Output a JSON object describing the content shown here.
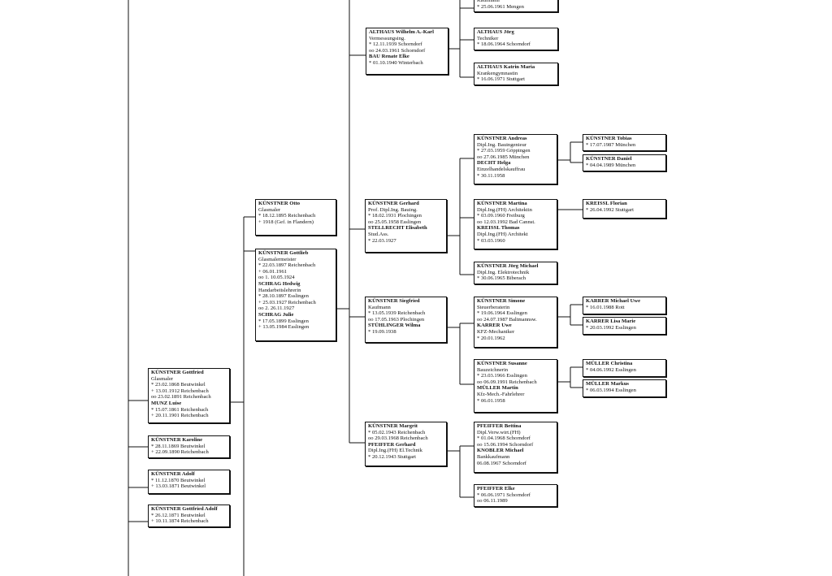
{
  "persons": [
    {
      "id": "p1",
      "lines": [
        {
          "t": "Kaufmann",
          "b": false
        },
        {
          "t": "* 25.06.1961 Mengen",
          "b": false
        }
      ]
    },
    {
      "id": "p2",
      "lines": [
        {
          "t": "ALTHAUS Wilhelm A.-Karl",
          "b": true
        },
        {
          "t": "Vermessungsing.",
          "b": false
        },
        {
          "t": "* 12.11.1939 Schorndorf",
          "b": false
        },
        {
          "t": "oo 24.03.1961 Schorndorf",
          "b": false
        },
        {
          "t": "BAU Renate Elke",
          "b": true
        },
        {
          "t": "* 01.10.1940 Winterbach",
          "b": false
        }
      ]
    },
    {
      "id": "p3",
      "lines": [
        {
          "t": "ALTHAUS Jörg",
          "b": true
        },
        {
          "t": "Techniker",
          "b": false
        },
        {
          "t": "* 18.06.1964 Schorndorf",
          "b": false
        }
      ]
    },
    {
      "id": "p4",
      "lines": [
        {
          "t": "ALTHAUS Katrin Maria",
          "b": true
        },
        {
          "t": "Krankengymnastin",
          "b": false
        },
        {
          "t": "* 16.06.1971 Stuttgart",
          "b": false
        }
      ]
    },
    {
      "id": "p5",
      "lines": [
        {
          "t": "KÜNSTNER Andreas",
          "b": true
        },
        {
          "t": "Dipl.Ing. Bauingenieur",
          "b": false
        },
        {
          "t": "* 27.03.1959 Göppingen",
          "b": false
        },
        {
          "t": "oo 27.06.1985 München",
          "b": false
        },
        {
          "t": "DECHT Helga",
          "b": true
        },
        {
          "t": "Einzelhandelskauffrau",
          "b": false
        },
        {
          "t": "* 30.11.1958",
          "b": false
        }
      ]
    },
    {
      "id": "p6",
      "lines": [
        {
          "t": "KÜNSTNER Tobias",
          "b": true
        },
        {
          "t": "* 17.07.1987 München",
          "b": false
        }
      ]
    },
    {
      "id": "p7",
      "lines": [
        {
          "t": "KÜNSTNER Daniel",
          "b": true
        },
        {
          "t": "* 04.04.1989 München",
          "b": false
        }
      ]
    },
    {
      "id": "p8",
      "lines": [
        {
          "t": "KÜNSTNER Otto",
          "b": true
        },
        {
          "t": "Glasmaler",
          "b": false
        },
        {
          "t": "* 18.12.1895 Reichenbach",
          "b": false
        },
        {
          "t": "+ 1918 (Gef. in Flandern)",
          "b": false
        }
      ]
    },
    {
      "id": "p9",
      "lines": [
        {
          "t": "KÜNSTNER Gerhard",
          "b": true
        },
        {
          "t": "Prof. Dipl.Ing. Bauing.",
          "b": false
        },
        {
          "t": "* 18.02.1931 Plochingen",
          "b": false
        },
        {
          "t": "oo 25.05.1958 Esslingen",
          "b": false
        },
        {
          "t": "STELLRECHT Elisabeth",
          "b": true
        },
        {
          "t": "Stud.Ass.",
          "b": false
        },
        {
          "t": "* 22.03.1927",
          "b": false
        }
      ]
    },
    {
      "id": "p10",
      "lines": [
        {
          "t": "KÜNSTNER Martina",
          "b": true
        },
        {
          "t": "Dipl.Ing.(FH) Architektin",
          "b": false
        },
        {
          "t": "* 03.09.1960 Freiburg",
          "b": false
        },
        {
          "t": "oo 12.03.1992 Bad Cannst.",
          "b": false
        },
        {
          "t": "KREISSL Thomas",
          "b": true
        },
        {
          "t": "Dipl.Ing.(FH) Architekt",
          "b": false
        },
        {
          "t": "* 03.03.1960",
          "b": false
        }
      ]
    },
    {
      "id": "p11",
      "lines": [
        {
          "t": "KREISSL Florian",
          "b": true
        },
        {
          "t": "* 26.04.1992 Stuttgart",
          "b": false
        }
      ]
    },
    {
      "id": "p12",
      "lines": [
        {
          "t": "KÜNSTNER Gottlieb",
          "b": true
        },
        {
          "t": "Glasmalermeister",
          "b": false
        },
        {
          "t": "* 22.03.1897 Reichenbach",
          "b": false
        },
        {
          "t": "+ 06.01.1961",
          "b": false
        },
        {
          "t": "oo 1. 10.05.1924",
          "b": false
        },
        {
          "t": "SCHRAG Hedwig",
          "b": true
        },
        {
          "t": "Handarbeitslehrerin",
          "b": false
        },
        {
          "t": "* 28.10.1897 Esslingen",
          "b": false
        },
        {
          "t": "+ 25.03.1927 Reichenbach",
          "b": false
        },
        {
          "t": "oo 2. 26.11.1927",
          "b": false
        },
        {
          "t": "SCHRAG Julie",
          "b": true
        },
        {
          "t": "* 17.05.1899 Esslingen",
          "b": false
        },
        {
          "t": "+ 13.05.1984 Esslingen",
          "b": false
        }
      ]
    },
    {
      "id": "p13",
      "lines": [
        {
          "t": "KÜNSTNER Jörg Michael",
          "b": true
        },
        {
          "t": "Dipl.Ing. Elektrotechnik",
          "b": false
        },
        {
          "t": "* 30.06.1965 Biberach",
          "b": false
        }
      ]
    },
    {
      "id": "p14",
      "lines": [
        {
          "t": "KÜNSTNER Siegfried",
          "b": true
        },
        {
          "t": "Kaufmann",
          "b": false
        },
        {
          "t": "* 13.05.1939 Reichenbach",
          "b": false
        },
        {
          "t": "oo 17.05.1963 Plochingen",
          "b": false
        },
        {
          "t": "STÜHLINGER Wilma",
          "b": true
        },
        {
          "t": "* 19.09.1938",
          "b": false
        }
      ]
    },
    {
      "id": "p15",
      "lines": [
        {
          "t": "KÜNSTNER Simone",
          "b": true
        },
        {
          "t": "Steuerberaterin",
          "b": false
        },
        {
          "t": "* 19.06.1964 Esslingen",
          "b": false
        },
        {
          "t": "oo 24.07.1987 Baltmannsw.",
          "b": false
        },
        {
          "t": "KARRER Uwe",
          "b": true
        },
        {
          "t": "KFZ-Mechaniker",
          "b": false
        },
        {
          "t": "* 20.01.1962",
          "b": false
        }
      ]
    },
    {
      "id": "p16",
      "lines": [
        {
          "t": "KARRER Michael Uwe",
          "b": true
        },
        {
          "t": "* 16.01.1988 Rott",
          "b": false
        }
      ]
    },
    {
      "id": "p17",
      "lines": [
        {
          "t": "KARRER Lisa Marie",
          "b": true
        },
        {
          "t": "* 20.03.1992 Esslingen",
          "b": false
        }
      ]
    },
    {
      "id": "p18",
      "lines": [
        {
          "t": "KÜNSTNER Gottfried",
          "b": true
        },
        {
          "t": "Glasmaler",
          "b": false
        },
        {
          "t": "* 23.02.1868 Beutwinkel",
          "b": false
        },
        {
          "t": "+ 13.01.1912 Reichenbach",
          "b": false
        },
        {
          "t": "oo 23.02.1891 Reichenbach",
          "b": false
        },
        {
          "t": "MUNZ Luise",
          "b": true
        },
        {
          "t": "* 15.07.1861 Reichenbach",
          "b": false
        },
        {
          "t": "+ 20.11.1901 Reichenbach",
          "b": false
        }
      ]
    },
    {
      "id": "p19",
      "lines": [
        {
          "t": "KÜNSTNER Susanne",
          "b": true
        },
        {
          "t": "Bauzeichnerin",
          "b": false
        },
        {
          "t": "* 23.03.1966 Esslingen",
          "b": false
        },
        {
          "t": "oo 06.09.1991 Reichenbach",
          "b": false
        },
        {
          "t": "MÜLLER Martin",
          "b": true
        },
        {
          "t": "Kfz-Mech.-Fahrlehrer",
          "b": false
        },
        {
          "t": "* 06.01.1958",
          "b": false
        }
      ]
    },
    {
      "id": "p20",
      "lines": [
        {
          "t": "MÜLLER Christina",
          "b": true
        },
        {
          "t": "* 04.06.1992 Esslingen",
          "b": false
        }
      ]
    },
    {
      "id": "p21",
      "lines": [
        {
          "t": "MÜLLER Markus",
          "b": true
        },
        {
          "t": "* 06.03.1994 Esslingen",
          "b": false
        }
      ]
    },
    {
      "id": "p22",
      "lines": [
        {
          "t": "KÜNSTNER Margrit",
          "b": true
        },
        {
          "t": "* 05.02.1943 Reichenbach",
          "b": false
        },
        {
          "t": "oo 29.03.1968 Reichenbach",
          "b": false
        },
        {
          "t": "PFEIFFER Gerhard",
          "b": true
        },
        {
          "t": "Dipl.Ing.(FH) El.Technik",
          "b": false
        },
        {
          "t": "* 20.12.1943 Stuttgart",
          "b": false
        }
      ]
    },
    {
      "id": "p23",
      "lines": [
        {
          "t": "PFEIFFER Bettina",
          "b": true
        },
        {
          "t": "Dipl.Verw.wirt.(FH)",
          "b": false
        },
        {
          "t": "* 01.04.1968 Schorndorf",
          "b": false
        },
        {
          "t": "oo 15.06.1994 Schorndorf",
          "b": false
        },
        {
          "t": "KNOBLER Michael",
          "b": true
        },
        {
          "t": "Bankkaufmann",
          "b": false
        },
        {
          "t": "06.08.1967 Schorndorf",
          "b": false
        }
      ]
    },
    {
      "id": "p24",
      "lines": [
        {
          "t": "KÜNSTNER Karoline",
          "b": true
        },
        {
          "t": "* 28.11.1869 Beutwinkel",
          "b": false
        },
        {
          "t": "+ 22.09.1890 Reichenbach",
          "b": false
        }
      ]
    },
    {
      "id": "p25",
      "lines": [
        {
          "t": "KÜNSTNER Adolf",
          "b": true
        },
        {
          "t": "* 11.12.1870 Beutwinkel",
          "b": false
        },
        {
          "t": "+ 13.03.1871 Beutwinkel",
          "b": false
        }
      ]
    },
    {
      "id": "p26",
      "lines": [
        {
          "t": "PFEIFFER Elke",
          "b": true
        },
        {
          "t": "* 06.06.1971 Schorndorf",
          "b": false
        },
        {
          "t": "oo 06.11.1989",
          "b": false
        }
      ]
    },
    {
      "id": "p27",
      "lines": [
        {
          "t": "KÜNSTNER Gottfried Adolf",
          "b": true
        },
        {
          "t": "* 26.12.1871 Beutwinkel",
          "b": false
        },
        {
          "t": "+ 10.11.1874 Reichenbach",
          "b": false
        }
      ]
    }
  ]
}
